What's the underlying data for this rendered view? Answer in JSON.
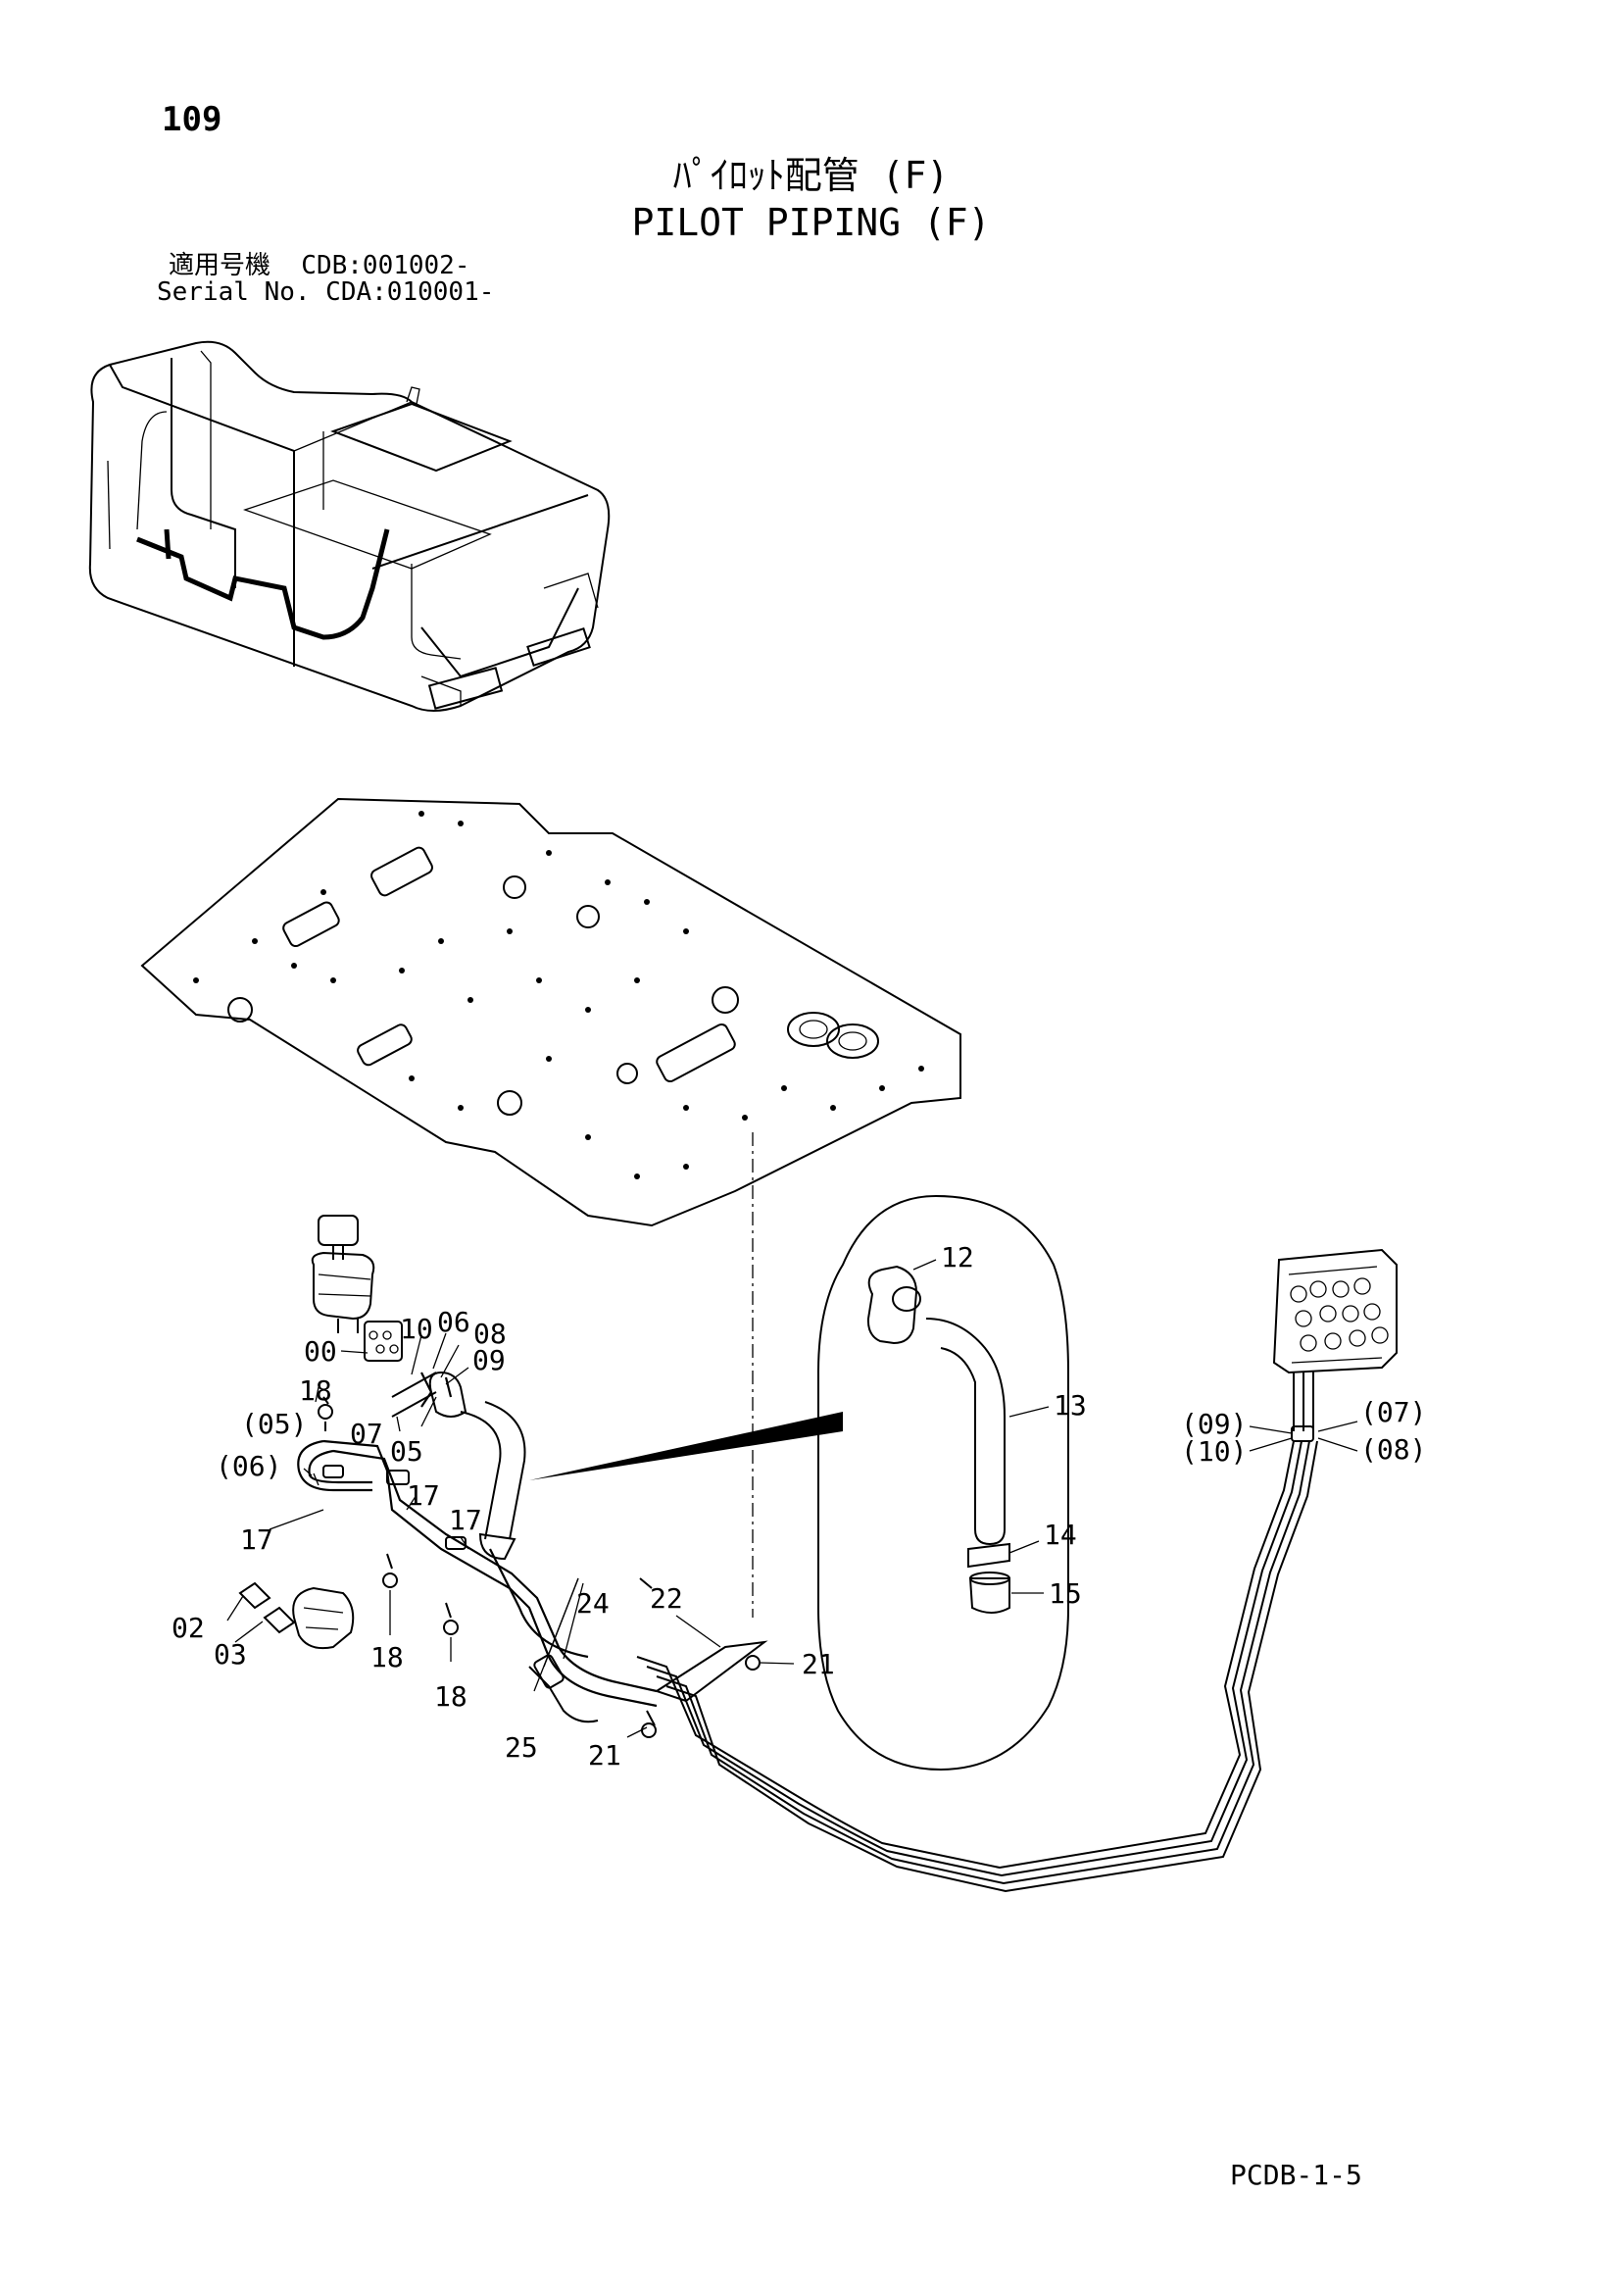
{
  "header": {
    "page_number": "109",
    "title_jp": "ﾊﾟｲﾛｯﾄ配管 (F)",
    "title_en": "PILOT PIPING (F)",
    "serial_jp": "適用号機  CDB:001002-",
    "serial_en": "Serial No. CDA:010001-"
  },
  "footer": {
    "code": "PCDB-1-5"
  },
  "callouts": {
    "c00": "00",
    "c02": "02",
    "c03": "03",
    "c05": "05",
    "c05p": "(05)",
    "c06": "06",
    "c06p": "(06)",
    "c07": "07",
    "c07p": "(07)",
    "c08": "08",
    "c08p": "(08)",
    "c09": "09",
    "c09p": "(09)",
    "c10": "10",
    "c10p": "(10)",
    "c12": "12",
    "c13": "13",
    "c14": "14",
    "c15": "15",
    "c17a": "17",
    "c17b": "17",
    "c17c": "17",
    "c18a": "18",
    "c18b": "18",
    "c18c": "18",
    "c21a": "21",
    "c21b": "21",
    "c22": "22",
    "c24": "24",
    "c25": "25"
  }
}
